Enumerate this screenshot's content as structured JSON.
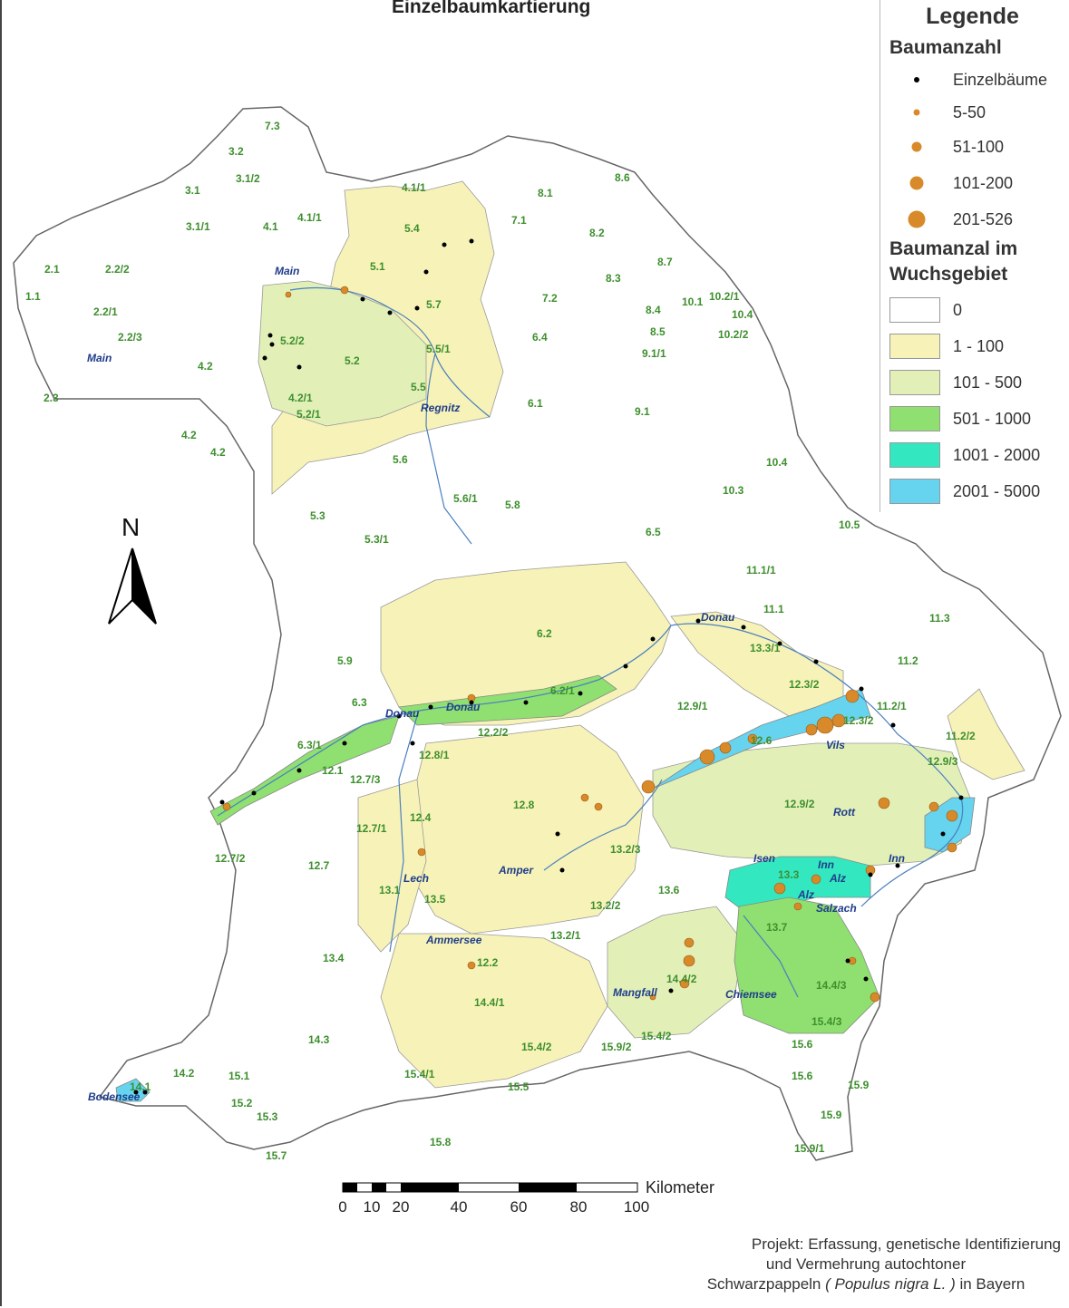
{
  "title": "Einzelbaumkartierung",
  "legend": {
    "title": "Legende",
    "tree_count_heading": "Baumanzahl",
    "tree_count_classes": [
      {
        "label": "Einzelbäume",
        "color": "#000000",
        "size": 6
      },
      {
        "label": "5-50",
        "color": "#d88a2a",
        "size": 7
      },
      {
        "label": "51-100",
        "color": "#d88a2a",
        "size": 11
      },
      {
        "label": "101-200",
        "color": "#d88a2a",
        "size": 15
      },
      {
        "label": "201-526",
        "color": "#d88a2a",
        "size": 19
      }
    ],
    "area_heading_line1": "Baumanzal im",
    "area_heading_line2": "Wuchsgebiet",
    "area_classes": [
      {
        "label": "0",
        "color": "#ffffff"
      },
      {
        "label": "1 - 100",
        "color": "#f7f3b8"
      },
      {
        "label": "101 - 500",
        "color": "#e2f0b8"
      },
      {
        "label": "501 - 1000",
        "color": "#8fe070"
      },
      {
        "label": "1001 - 2000",
        "color": "#33e8c0"
      },
      {
        "label": "2001 - 5000",
        "color": "#66d4ee"
      }
    ]
  },
  "north_arrow": "N",
  "scale_bar": {
    "unit": "Kilometer",
    "ticks": [
      "0",
      "10",
      "20",
      "40",
      "60",
      "80",
      "100"
    ]
  },
  "credit": {
    "line1": "Projekt: Erfassung, genetische Identifizierung",
    "line2": "und Vermehrung autochtoner",
    "line3_pre": "Schwarzpappeln ",
    "line3_species": "( Populus nigra L. )",
    "line3_post": " in Bayern"
  },
  "rivers": [
    {
      "name": "Main",
      "id": "main-north"
    },
    {
      "name": "Main",
      "id": "main-west"
    },
    {
      "name": "Regnitz",
      "id": "regnitz"
    },
    {
      "name": "Donau",
      "id": "donau-west"
    },
    {
      "name": "Donau",
      "id": "donau-east-1"
    },
    {
      "name": "Donau",
      "id": "donau-east-2"
    },
    {
      "name": "Vils",
      "id": "vils"
    },
    {
      "name": "Rott",
      "id": "rott"
    },
    {
      "name": "Isen",
      "id": "isen"
    },
    {
      "name": "Inn",
      "id": "inn-1"
    },
    {
      "name": "Inn",
      "id": "inn-2"
    },
    {
      "name": "Alz",
      "id": "alz-1"
    },
    {
      "name": "Alz",
      "id": "alz-2"
    },
    {
      "name": "Salzach",
      "id": "salzach"
    },
    {
      "name": "Lech",
      "id": "lech"
    },
    {
      "name": "Amper",
      "id": "amper"
    },
    {
      "name": "Ammersee",
      "id": "ammersee"
    },
    {
      "name": "Mangfall",
      "id": "mangfall"
    },
    {
      "name": "Chiemsee",
      "id": "chiemsee"
    },
    {
      "name": "Bodensee",
      "id": "bodensee"
    }
  ],
  "regions": [
    "7.3",
    "3.2",
    "3.1",
    "3.1/2",
    "3.1/1",
    "4.1",
    "4.1/1",
    "4.1/1",
    "2.1",
    "2.2/2",
    "1.1",
    "2.2/1",
    "2.2/3",
    "4.2",
    "2.3",
    "5.4",
    "5.1",
    "5.7",
    "5.2/2",
    "5.2",
    "5.5/1",
    "5.5",
    "4.2/1",
    "5.2/1",
    "4.2",
    "4.2",
    "5.6",
    "8.1",
    "7.1",
    "8.6",
    "8.2",
    "8.7",
    "8.3",
    "7.2",
    "8.4",
    "8.5",
    "10.1",
    "10.2/1",
    "10.4",
    "10.2/2",
    "9.1/1",
    "6.4",
    "6.1",
    "9.1",
    "10.4",
    "10.3",
    "5.6/1",
    "5.8",
    "5.3",
    "5.3/1",
    "6.5",
    "10.5",
    "11.1/1",
    "11.1",
    "11.3",
    "6.2",
    "13.3/1",
    "12.3/2",
    "11.2",
    "11.2/1",
    "5.9",
    "6.3",
    "6.2/1",
    "12.9/1",
    "12.3/2",
    "12.6",
    "11.2/2",
    "6.3/1",
    "12.2/2",
    "12.8/1",
    "12.9/3",
    "12.1",
    "12.7/3",
    "12.8",
    "12.9/2",
    "12.7/1",
    "12.4",
    "13.2/3",
    "12.7/2",
    "12.7",
    "13.3",
    "13.1",
    "13.5",
    "13.6",
    "13.2/2",
    "13.7",
    "13.4",
    "13.2/1",
    "14.4/2",
    "14.4/1",
    "14.4/3",
    "15.4/2",
    "15.4/3",
    "14.3",
    "15.4/2",
    "15.9/2",
    "15.6",
    "14.2",
    "15.1",
    "15.4/1",
    "15.6",
    "15.9",
    "14.1",
    "15.2",
    "15.5",
    "15.3",
    "15.9",
    "15.7",
    "15.8",
    "15.9/1",
    "12.2"
  ]
}
